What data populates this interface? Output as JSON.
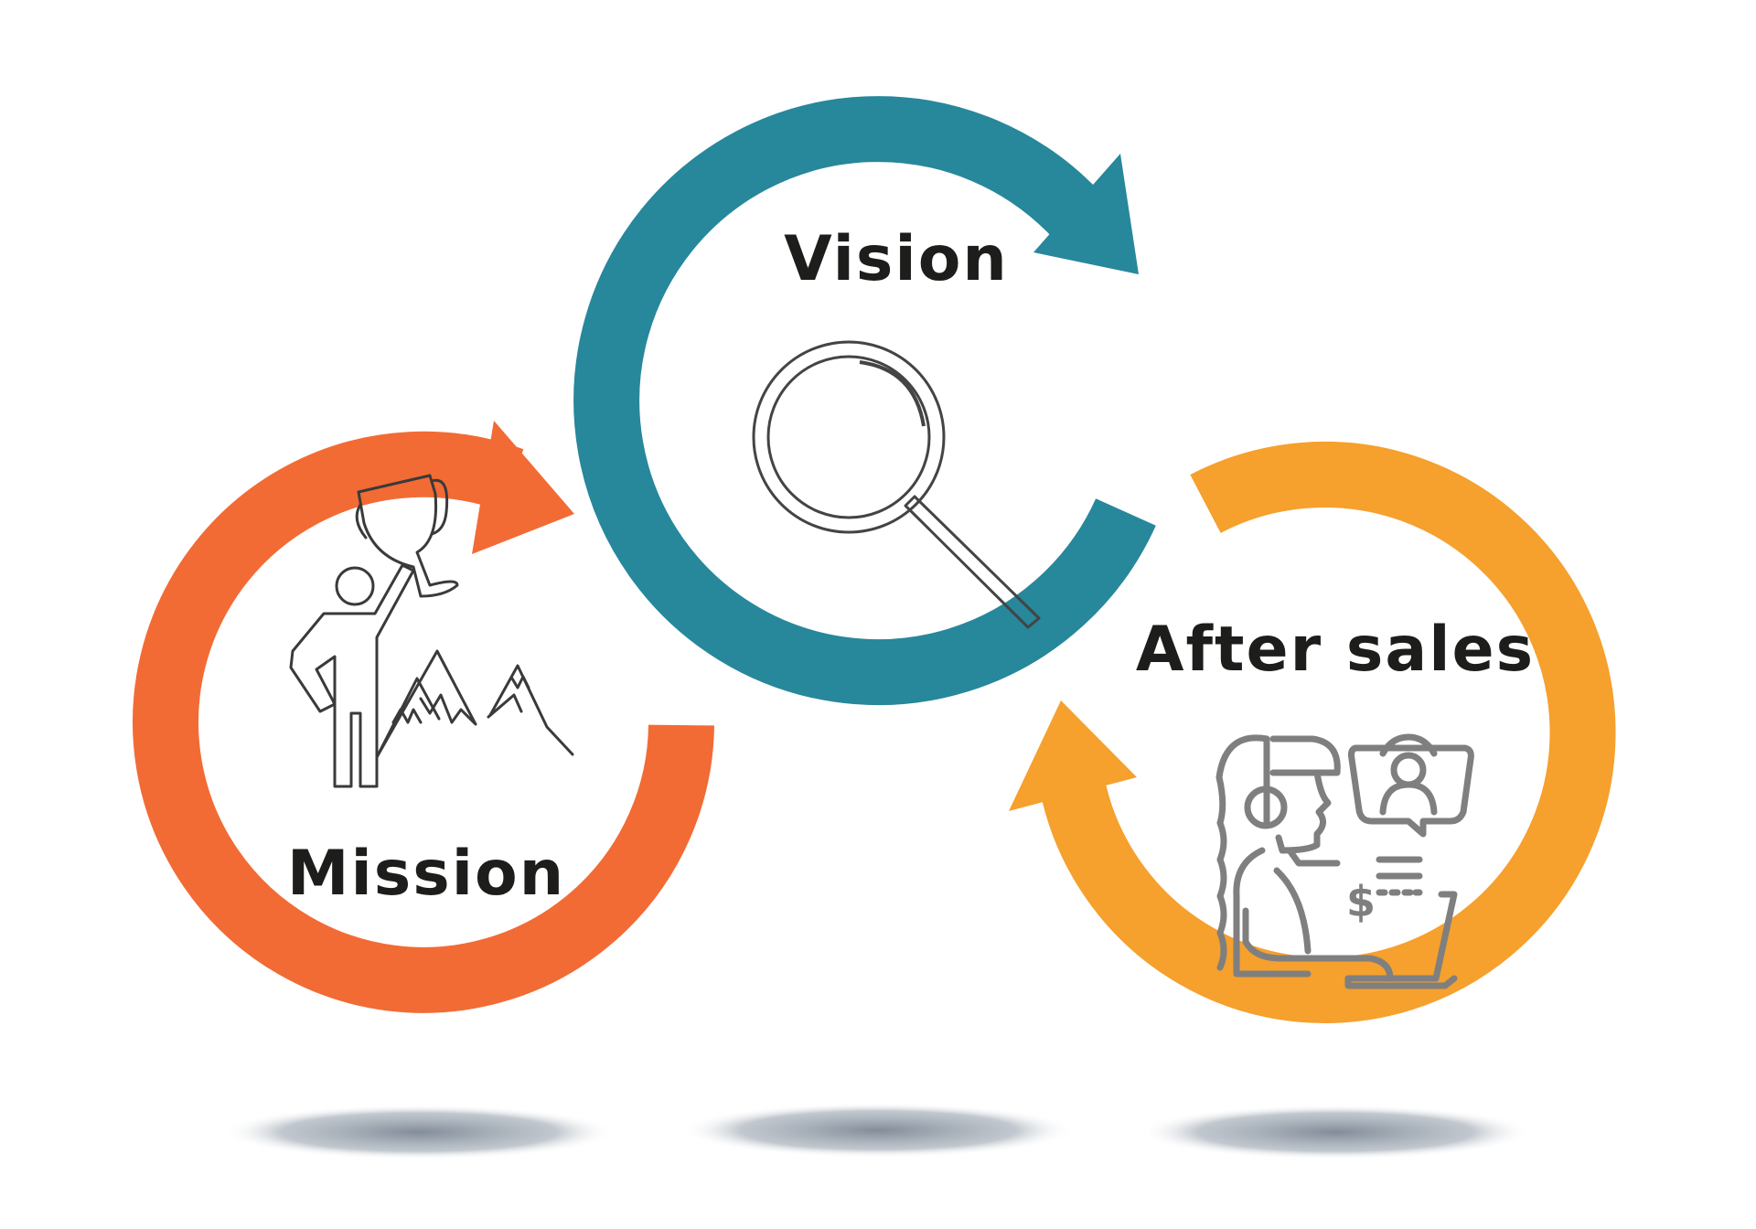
{
  "diagram": {
    "cycles": [
      {
        "id": "mission",
        "label": "Mission",
        "color": "#f26b34",
        "icon": "trophy-climber-icon"
      },
      {
        "id": "vision",
        "label": "Vision",
        "color": "#27879b",
        "icon": "magnifier-icon"
      },
      {
        "id": "after_sales",
        "label": "After sales",
        "color": "#f6a02d",
        "icon": "customer-support-icon"
      }
    ],
    "shadow_color": "#7c8794"
  }
}
